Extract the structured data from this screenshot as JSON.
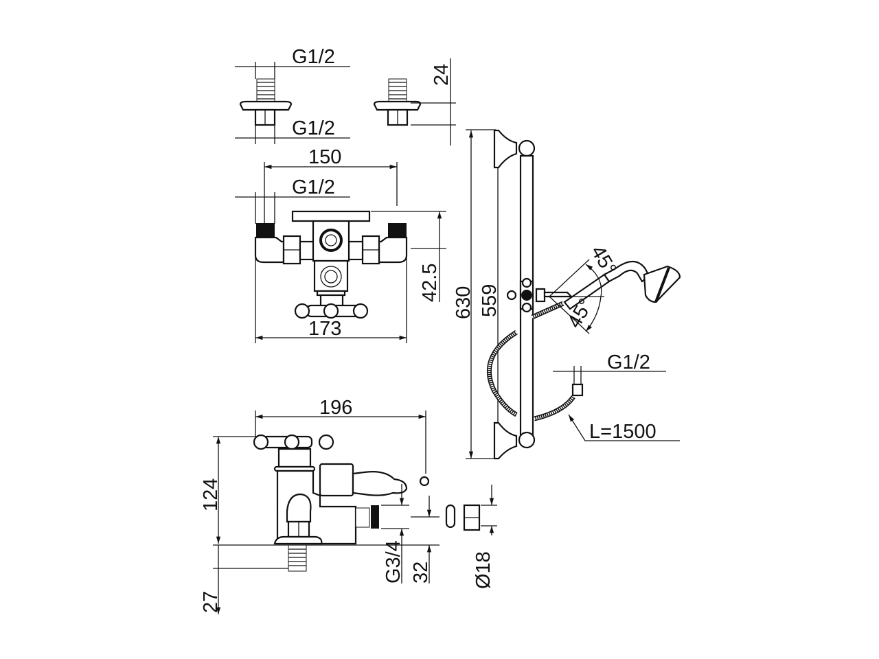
{
  "colors": {
    "line": "#111111",
    "background": "#ffffff"
  },
  "wall_connectors": {
    "thread_top_label": "G1/2",
    "thread_bottom_label": "G1/2",
    "depth_label": "24"
  },
  "wall_mixer_top_view": {
    "centers_label": "150",
    "inlet_thread_label": "G1/2",
    "depth_label": "42.5",
    "width_label": "173"
  },
  "shower_rail": {
    "total_height_label": "630",
    "rail_span_label": "559",
    "angle_up_label": "45°",
    "angle_down_label": "45°",
    "hose_thread_label": "G1/2",
    "hose_length_label": "L=1500"
  },
  "deck_mixer_side_view": {
    "length_label": "196",
    "height_label": "124",
    "shank_label": "27",
    "outlet_thread_label": "G3/4",
    "outlet_height_label": "32",
    "diameter_label": "Ø18"
  }
}
